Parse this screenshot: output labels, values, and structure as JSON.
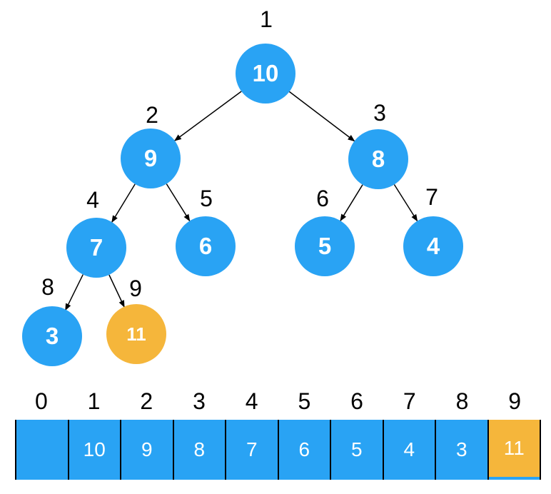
{
  "diagram": {
    "type": "binary-heap-with-array-representation",
    "colors": {
      "node_fill": "#29A3F4",
      "highlight_fill": "#F5B63B",
      "node_text": "#FFFFFF",
      "label_text": "#000000",
      "edge": "#000000"
    },
    "tree": {
      "nodes": [
        {
          "position_label": "1",
          "value": "10",
          "highlight": false
        },
        {
          "position_label": "2",
          "value": "9",
          "highlight": false
        },
        {
          "position_label": "3",
          "value": "8",
          "highlight": false
        },
        {
          "position_label": "4",
          "value": "7",
          "highlight": false
        },
        {
          "position_label": "5",
          "value": "6",
          "highlight": false
        },
        {
          "position_label": "6",
          "value": "5",
          "highlight": false
        },
        {
          "position_label": "7",
          "value": "4",
          "highlight": false
        },
        {
          "position_label": "8",
          "value": "3",
          "highlight": false
        },
        {
          "position_label": "9",
          "value": "11",
          "highlight": true
        }
      ],
      "edges": [
        {
          "from": "10",
          "to": "9"
        },
        {
          "from": "10",
          "to": "8"
        },
        {
          "from": "9",
          "to": "7"
        },
        {
          "from": "9",
          "to": "6"
        },
        {
          "from": "8",
          "to": "5"
        },
        {
          "from": "8",
          "to": "4"
        },
        {
          "from": "7",
          "to": "3"
        },
        {
          "from": "7",
          "to": "11"
        }
      ]
    },
    "array": {
      "index_labels": [
        "0",
        "1",
        "2",
        "3",
        "4",
        "5",
        "6",
        "7",
        "8",
        "9"
      ],
      "values": [
        "",
        "10",
        "9",
        "8",
        "7",
        "6",
        "5",
        "4",
        "3",
        "11"
      ],
      "highlight_index": 9
    }
  }
}
